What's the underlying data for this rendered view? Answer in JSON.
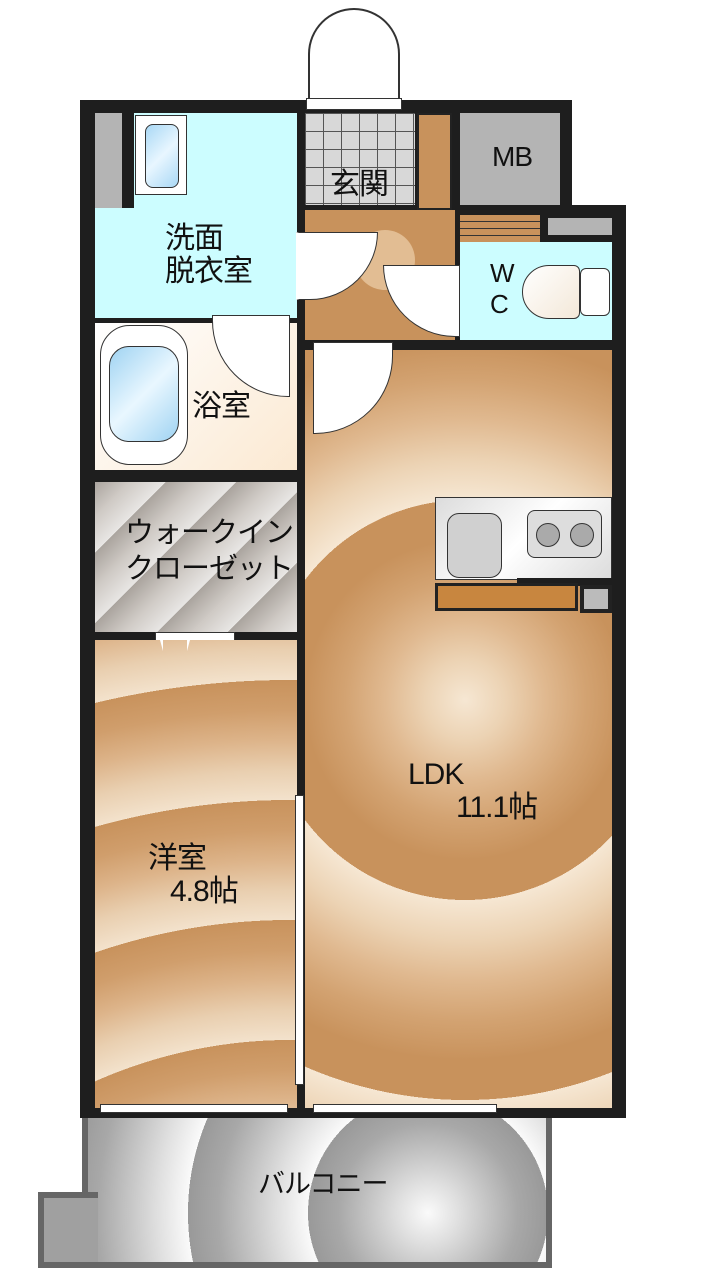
{
  "rooms": {
    "washroom": {
      "line1": "洗面",
      "line2": "脱衣室"
    },
    "entrance": "玄関",
    "meter_box": "MB",
    "toilet": {
      "line1": "W",
      "line2": "C"
    },
    "bathroom": "浴室",
    "walk_in_closet": {
      "line1": "ウォークイン",
      "line2": "クローゼット"
    },
    "ldk": {
      "name": "LDK",
      "size": "11.1帖"
    },
    "western_room": {
      "name": "洋室",
      "size": "4.8帖"
    },
    "balcony": "バルコニー"
  },
  "colors": {
    "wall": "#1e1e1e",
    "floor": "#c8925c",
    "wet_area": "#ccfdff",
    "balcony": "#a0a0a0"
  }
}
